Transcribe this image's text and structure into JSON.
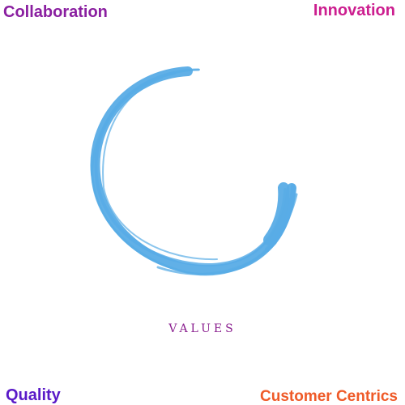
{
  "corners": {
    "top_left": "Collaboration",
    "top_right": "Innovation",
    "bottom_left": "Quality",
    "bottom_right": "Customer Centrics"
  },
  "center": {
    "label": "VALUES"
  },
  "colors": {
    "top_left": "#8a1fa0",
    "top_right": "#cc1e8f",
    "bottom_left": "#5a1ac8",
    "bottom_right": "#ef5a28",
    "label": "#8a1f8f",
    "brush": "#58ace6"
  },
  "icons": {
    "brush_ring": "brush-stroke-circle-icon"
  }
}
